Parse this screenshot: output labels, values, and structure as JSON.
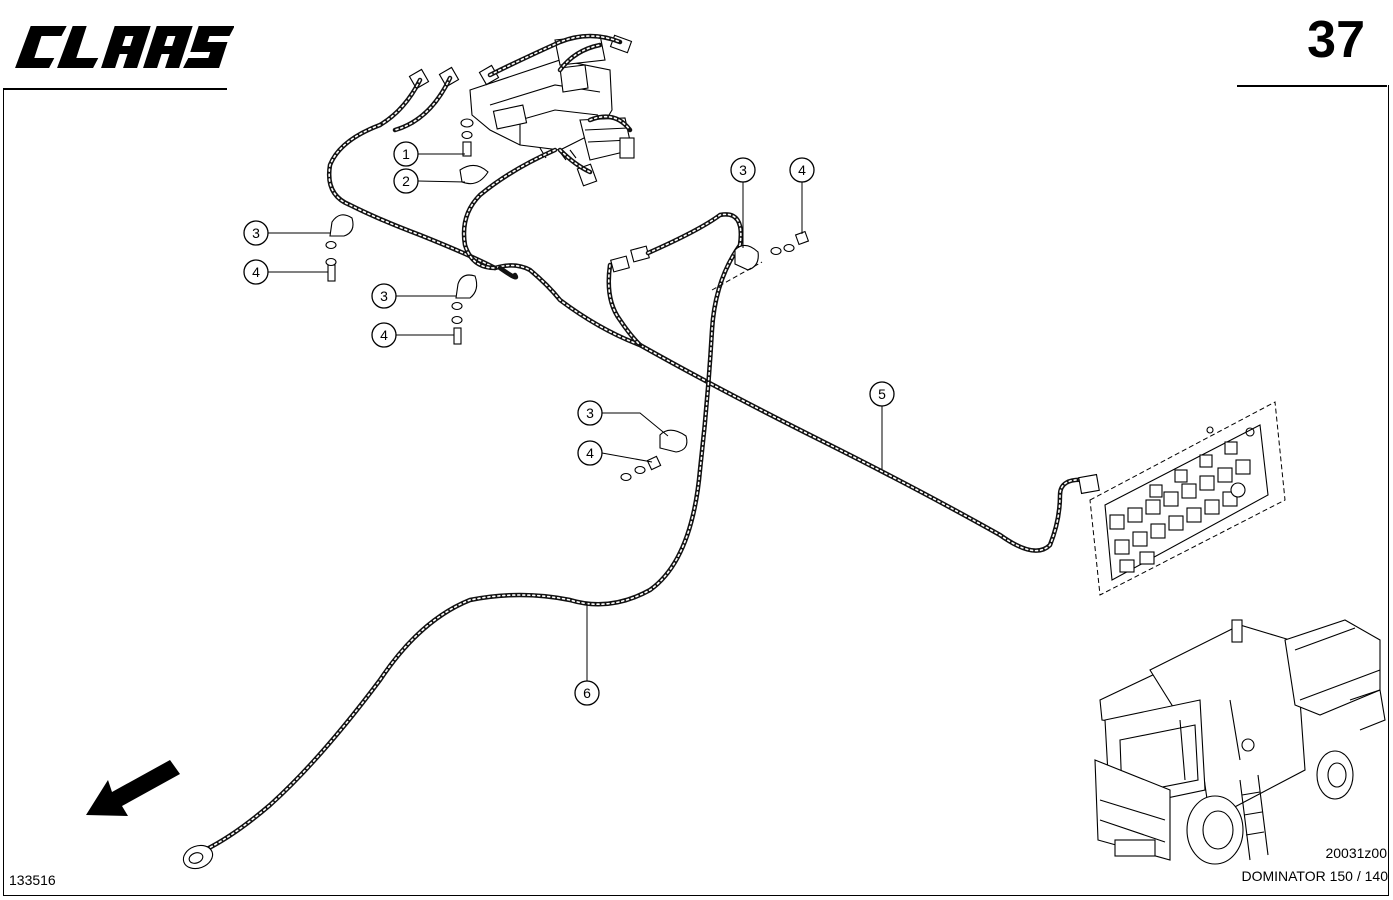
{
  "header": {
    "brand": "CLAAS",
    "sheet_number": "37"
  },
  "callouts": [
    {
      "label": "1"
    },
    {
      "label": "2"
    },
    {
      "label": "3"
    },
    {
      "label": "4"
    },
    {
      "label": "3"
    },
    {
      "label": "4"
    },
    {
      "label": "3"
    },
    {
      "label": "4"
    },
    {
      "label": "3"
    },
    {
      "label": "4"
    },
    {
      "label": "5"
    },
    {
      "label": "6"
    }
  ],
  "footer": {
    "left_code": "133516",
    "drawing_code": "20031z00",
    "model": "DOMINATOR 150 / 140"
  },
  "icons": {
    "brand": "claas-logo",
    "direction": "forward-arrow-icon",
    "machine": "combine-harvester-icon"
  }
}
